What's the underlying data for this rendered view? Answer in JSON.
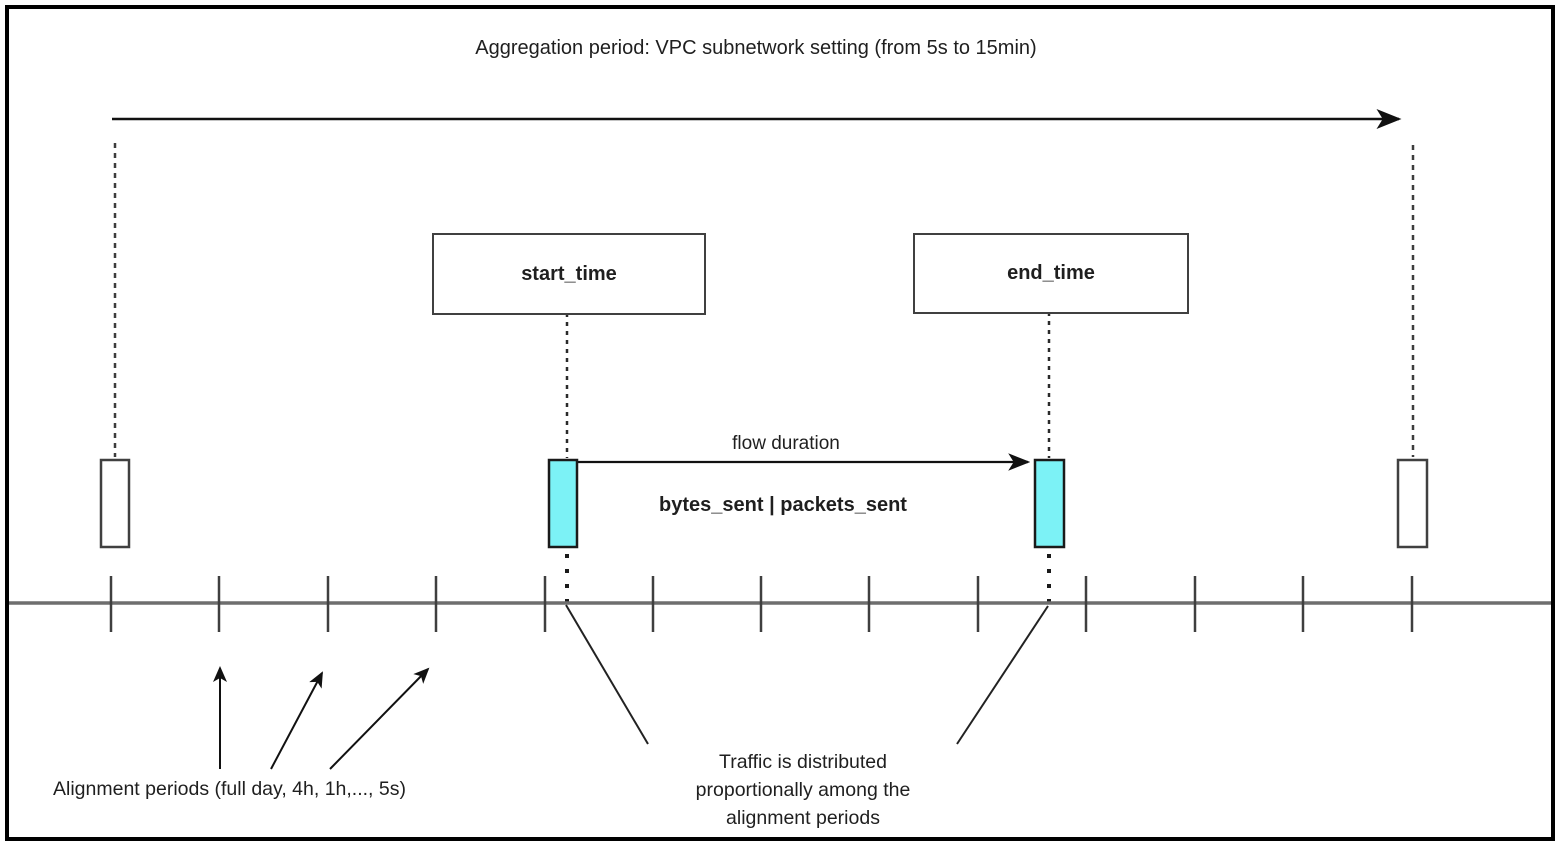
{
  "title": "Aggregation period: VPC subnetwork setting (from 5s to 15min)",
  "boxes": {
    "start_time": "start_time",
    "end_time": "end_time"
  },
  "flow": {
    "duration_label": "flow duration",
    "metrics_label": "bytes_sent | packets_sent"
  },
  "annotations": {
    "alignment_periods": "Alignment periods (full day, 4h, 1h,..., 5s)",
    "traffic_lines": [
      "Traffic is distributed",
      "proportionally among the",
      "alignment periods"
    ]
  },
  "colors": {
    "highlight_fill": "#7CF2F6",
    "timeline_gray": "#6E6E6E"
  }
}
